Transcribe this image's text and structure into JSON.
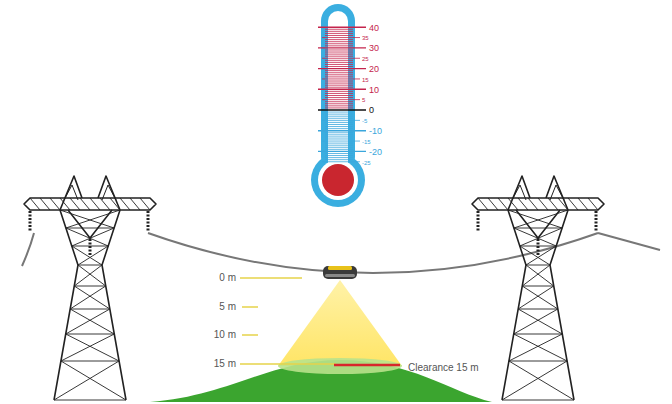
{
  "diagram": {
    "labels": [
      "40",
      "35",
      "30",
      "25",
      "20",
      "15",
      "10",
      "5",
      "0",
      "-5",
      "-10",
      "-15",
      "-20",
      "-25",
      "0 m",
      "5 m",
      "10 m",
      "15 m",
      "Clearance 15 m"
    ]
  }
}
